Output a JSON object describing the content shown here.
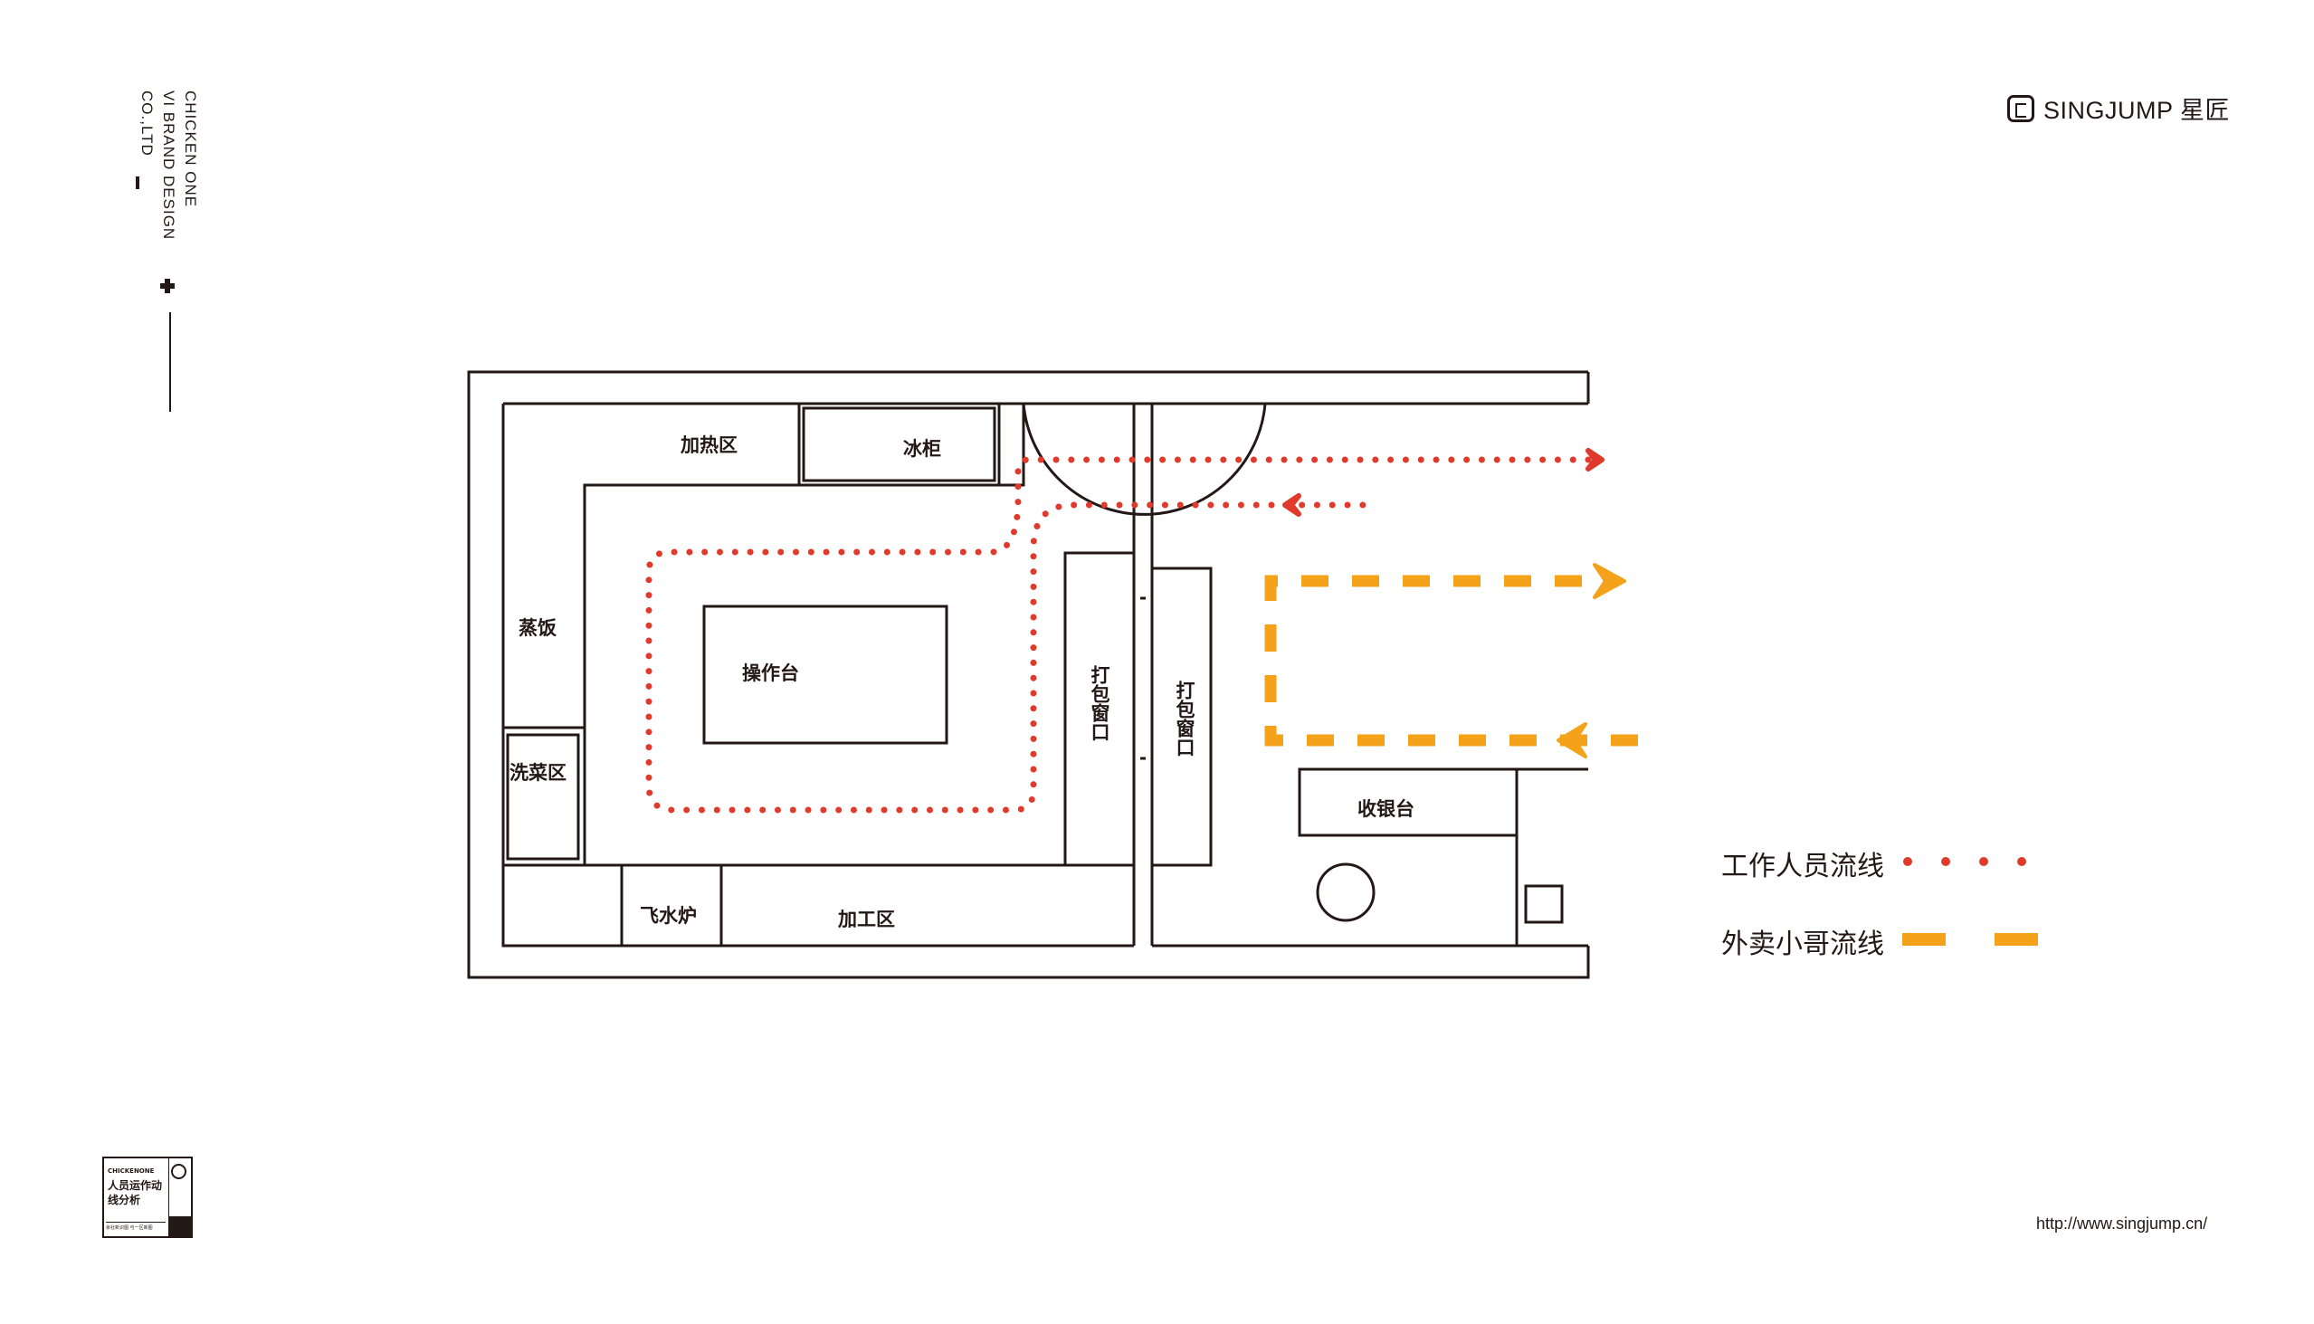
{
  "corner_text": [
    "CHICKEN ONE",
    "VI BRAND DESIGN",
    "CO.,LTD"
  ],
  "brand": {
    "name": "SINGJUMP 星匠"
  },
  "url": "http://www.singjump.cn/",
  "badge": {
    "top": "CHICKENONE",
    "title": "人员运作动线分析",
    "footer": "余社新识图 与一区新图"
  },
  "rooms": {
    "heating": "加热区",
    "freezer": "冰柜",
    "steam_rice": "蒸饭",
    "wash_veg": "洗菜区",
    "worktable": "操作台",
    "blanch_stove": "飞水炉",
    "processing": "加工区",
    "pack_window": "打包窗口",
    "cashier": "收银台"
  },
  "legend": [
    {
      "label": "工作人员流线",
      "style": "dotted",
      "color": "#E03A2C"
    },
    {
      "label": "外卖小哥流线",
      "style": "dashed",
      "color": "#F5A21B"
    }
  ],
  "colors": {
    "line": "#231815",
    "staff": "#E03A2C",
    "courier": "#F5A21B"
  },
  "icons": [
    "plus-icon",
    "singjump-logo-icon",
    "chevron-right-icon",
    "chevron-left-icon"
  ]
}
